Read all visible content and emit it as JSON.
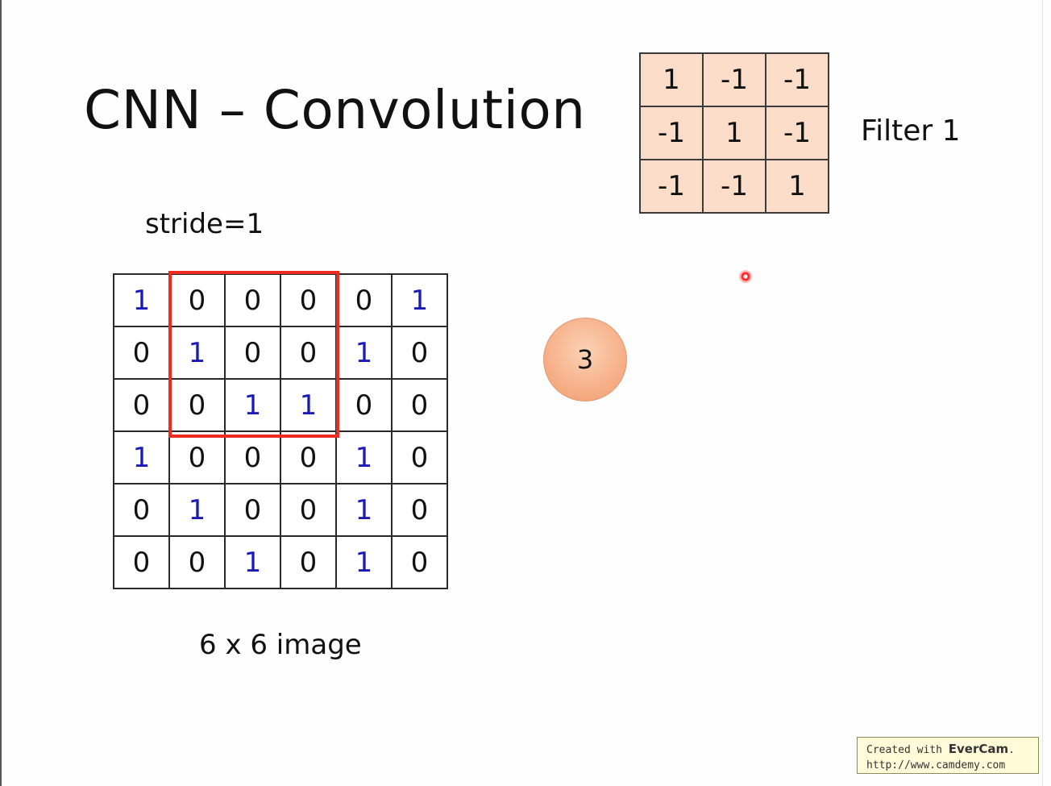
{
  "title": "CNN – Convolution",
  "filter": {
    "label": "Filter 1",
    "matrix": [
      [
        "1",
        "-1",
        "-1"
      ],
      [
        "-1",
        "1",
        "-1"
      ],
      [
        "-1",
        "-1",
        "1"
      ]
    ]
  },
  "stride_label": "stride=1",
  "image": {
    "label": "6 x 6 image",
    "matrix": [
      [
        "1",
        "0",
        "0",
        "0",
        "0",
        "1"
      ],
      [
        "0",
        "1",
        "0",
        "0",
        "1",
        "0"
      ],
      [
        "0",
        "0",
        "1",
        "1",
        "0",
        "0"
      ],
      [
        "1",
        "0",
        "0",
        "0",
        "1",
        "0"
      ],
      [
        "0",
        "1",
        "0",
        "0",
        "1",
        "0"
      ],
      [
        "0",
        "0",
        "1",
        "0",
        "1",
        "0"
      ]
    ]
  },
  "result": {
    "value": "3"
  },
  "colors": {
    "highlight": "#ef2a1e",
    "filter_fill": "#fbdcc8",
    "one_digit": "#1a1ab8",
    "result_fill": "#f6ad85"
  },
  "watermark": {
    "prefix": "Created with ",
    "brand": "EverCam",
    "suffix": ".",
    "url": "http://www.camdemy.com"
  }
}
